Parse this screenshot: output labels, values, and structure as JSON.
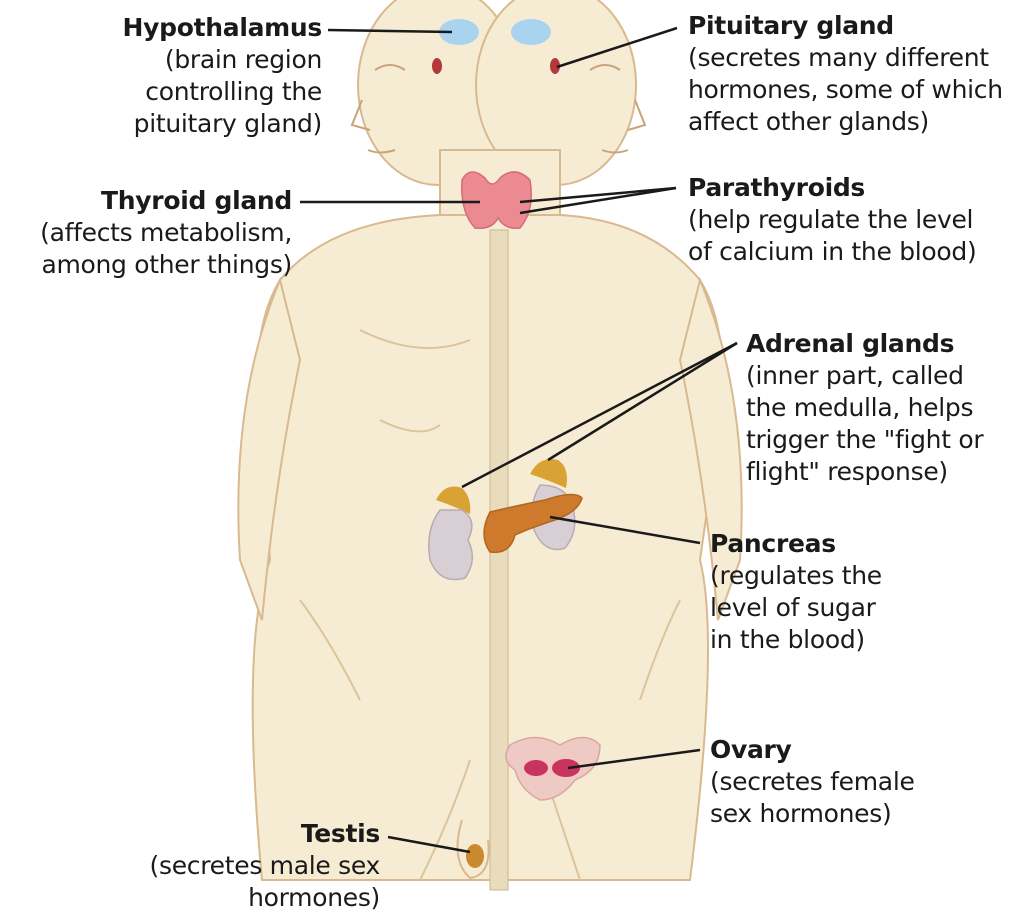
{
  "labels": {
    "hypothalamus": {
      "title": "Hypothalamus",
      "desc": [
        "(brain region",
        "controlling the",
        "pituitary gland)"
      ]
    },
    "pituitary": {
      "title": "Pituitary gland",
      "desc": [
        "(secretes many different",
        "hormones, some of which",
        "affect other glands)"
      ]
    },
    "thyroid": {
      "title": "Thyroid gland",
      "desc": [
        "(affects metabolism,",
        "among other things)"
      ]
    },
    "parathyroids": {
      "title": "Parathyroids",
      "desc": [
        "(help regulate the level",
        "of calcium in the blood)"
      ]
    },
    "adrenal": {
      "title": "Adrenal glands",
      "desc": [
        "(inner part, called",
        "the medulla, helps",
        "trigger the \"fight or",
        "flight\" response)"
      ]
    },
    "pancreas": {
      "title": "Pancreas",
      "desc": [
        "(regulates the",
        "level of sugar",
        "in the blood)"
      ]
    },
    "ovary": {
      "title": "Ovary",
      "desc": [
        "(secretes female",
        "sex hormones)"
      ]
    },
    "testis": {
      "title": "Testis",
      "desc": [
        "(secretes male sex",
        "hormones)"
      ]
    }
  },
  "colors": {
    "skin": "#f6ecd4",
    "outline": "#d9b98f",
    "thyroid": "#ec8a92",
    "adrenal": "#d9a234",
    "pancreas": "#cd7a2c",
    "kidney": "#d8cfd5",
    "ovary": "#c8335f",
    "brain_region": "#a9d3ef"
  }
}
